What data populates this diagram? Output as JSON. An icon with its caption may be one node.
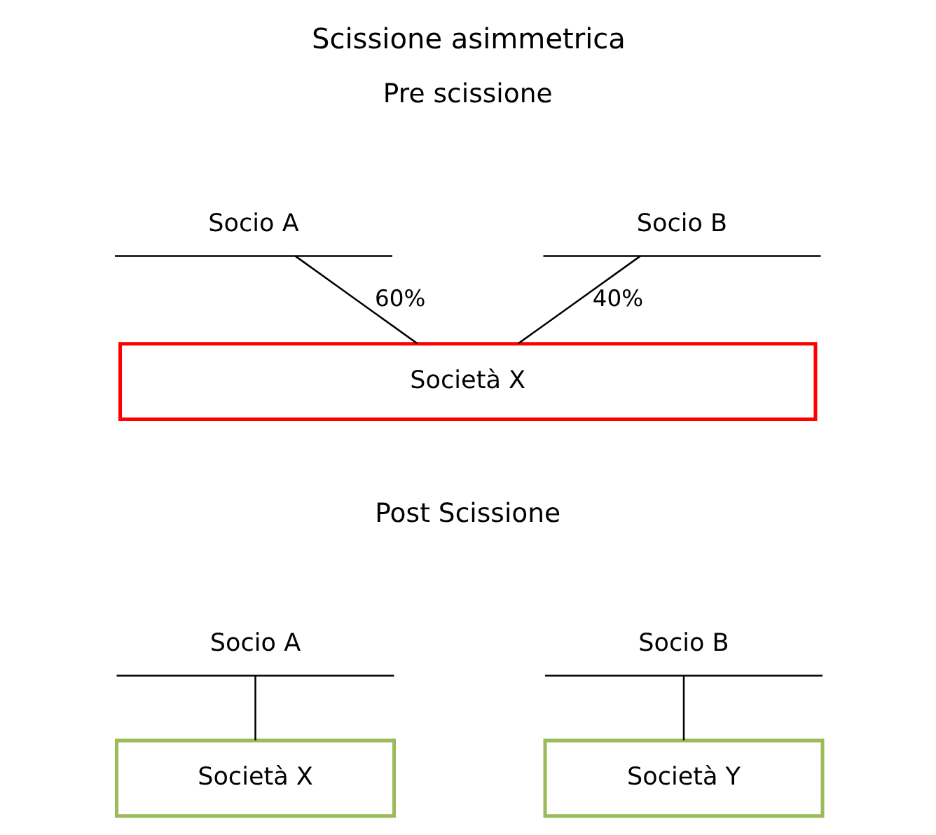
{
  "diagram": {
    "title": "Scissione asimmetrica",
    "nodes": [
      {
        "text": [
          "Socio A"
        ]
      },
      {
        "text": [
          "Socio B"
        ]
      },
      {
        "text": [
          "Società X"
        ]
      },
      {
        "text": [
          "Socio A"
        ]
      },
      {
        "text": [
          "Socio B"
        ]
      },
      {
        "text": [
          "Società X"
        ]
      },
      {
        "text": [
          "Società Y"
        ]
      }
    ],
    "edges": [
      {
        "from": 0,
        "to": 2,
        "arrow": "none",
        "label": "60%"
      },
      {
        "from": 1,
        "to": 2,
        "arrow": "none",
        "label": "40%"
      },
      {
        "from": 3,
        "to": 5,
        "arrow": "none"
      },
      {
        "from": 4,
        "to": 6,
        "arrow": "none"
      }
    ],
    "labels": [
      "Pre scissione",
      "Post Scissione"
    ]
  }
}
